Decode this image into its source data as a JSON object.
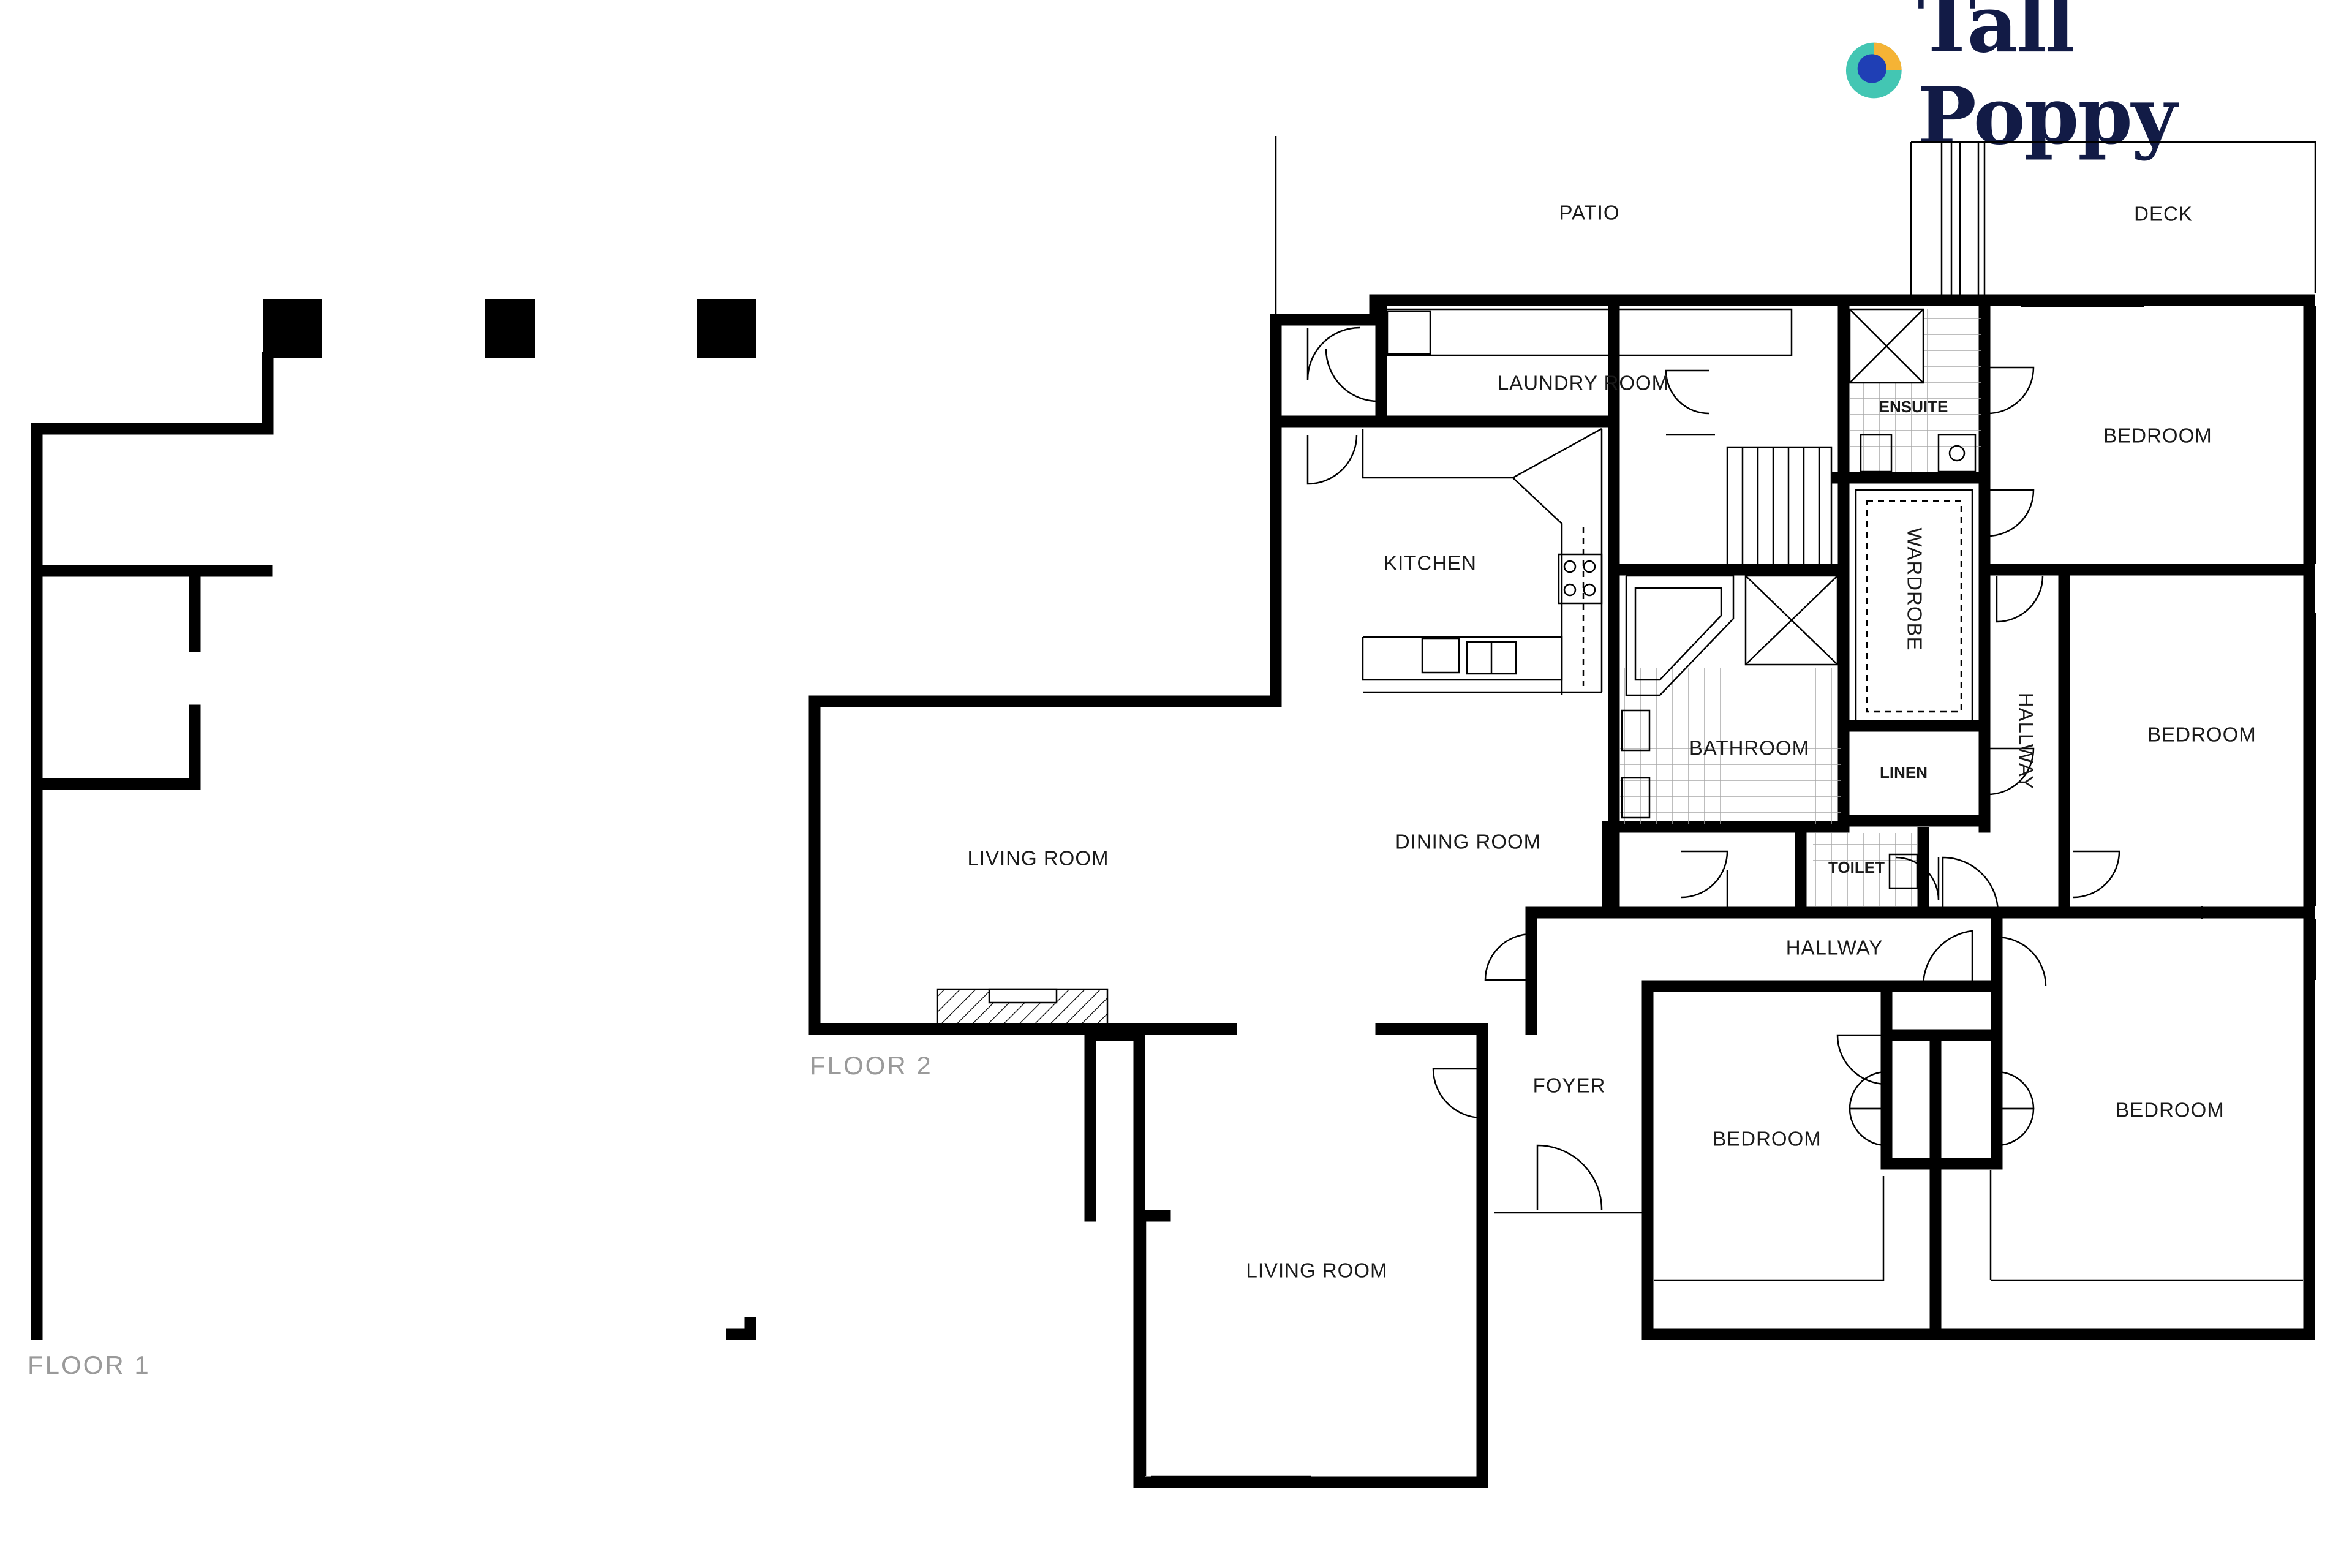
{
  "brand": {
    "name": "Tall Poppy",
    "colors": {
      "navy": "#121b46",
      "teal": "#43c6b3",
      "yellow": "#f5b335",
      "blue": "#1f3fb5"
    }
  },
  "floors": {
    "floor1": "FLOOR 1",
    "floor2": "FLOOR 2"
  },
  "rooms": {
    "patio": "PATIO",
    "deck": "DECK",
    "laundry": "LAUNDRY ROOM",
    "ensuite": "ENSUITE",
    "kitchen": "KITCHEN",
    "wardrobe": "WARDROBE",
    "bathroom": "BATHROOM",
    "linen": "LINEN",
    "hallway_vertical": "HALLWAY",
    "hallway": "HALLWAY",
    "toilet": "TOILET",
    "living_room_1": "LIVING ROOM",
    "dining_room": "DINING ROOM",
    "foyer": "FOYER",
    "living_room_2": "LIVING ROOM",
    "bedroom_1": "BEDROOM",
    "bedroom_2": "BEDROOM",
    "bedroom_3": "BEDROOM",
    "bedroom_4": "BEDROOM"
  }
}
